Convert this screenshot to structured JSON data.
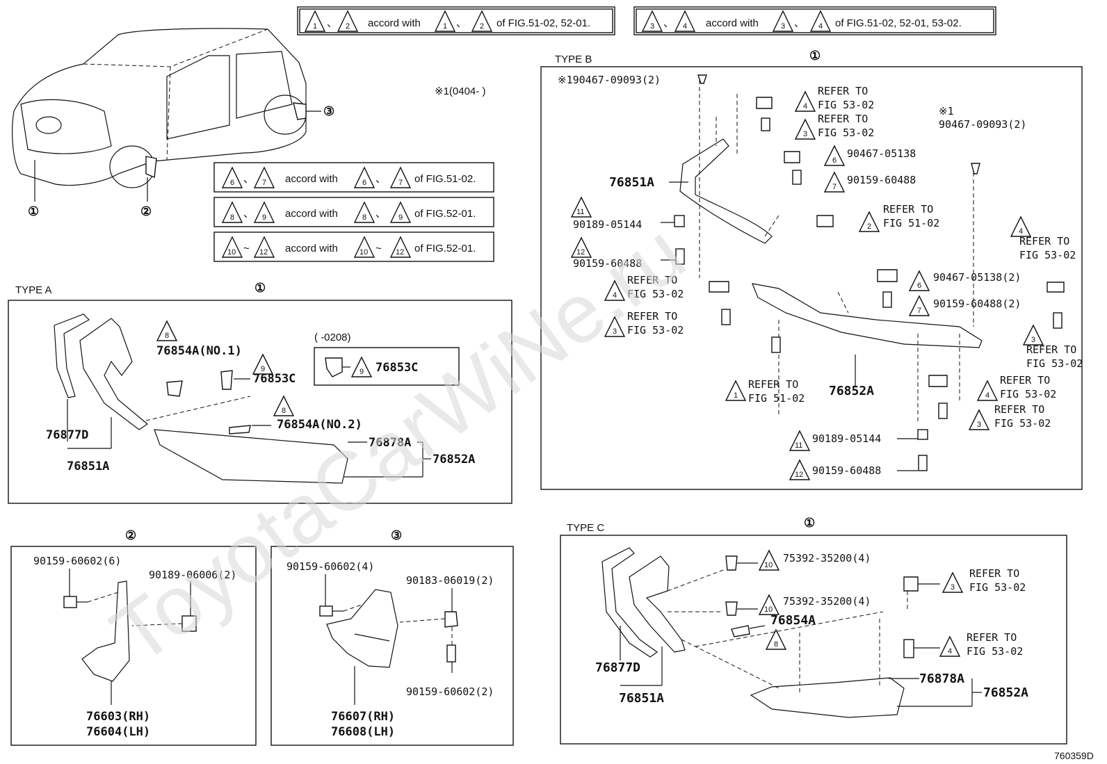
{
  "watermark": "ToyotaCarWiNe.ru",
  "figure_id": "760359D",
  "notes": {
    "n1": {
      "a": "1",
      "b": "2",
      "text": "accord with",
      "c": "1",
      "d": "2",
      "ref": "of FIG.51-02, 52-01."
    },
    "n2": {
      "a": "3",
      "b": "4",
      "text": "accord with",
      "c": "3",
      "d": "4",
      "ref": "of FIG.51-02, 52-01, 53-02."
    },
    "n3": {
      "a": "6",
      "b": "7",
      "text": "accord with",
      "c": "6",
      "d": "7",
      "ref": "of FIG.51-02."
    },
    "n4": {
      "a": "8",
      "b": "9",
      "text": "accord with",
      "c": "8",
      "d": "9",
      "ref": "of FIG.52-01."
    },
    "n5": {
      "a": "10",
      "b": "12",
      "text": "accord with",
      "c": "10",
      "d": "12",
      "ref": "of FIG.52-01."
    },
    "sep": "、",
    "tilde": "~"
  },
  "overview": {
    "c1": "①",
    "c2": "②",
    "c3": "③",
    "date_note": "※1(0404-     )"
  },
  "type_a": {
    "title": "TYPE A",
    "circle": "①",
    "parts": {
      "p76854A_1": "76854A(NO.1)",
      "p76853C": "76853C",
      "p76854A_2": "76854A(NO.2)",
      "p76877D": "76877D",
      "p76851A": "76851A",
      "p76878A": "76878A",
      "p76852A": "76852A"
    },
    "tri8": "8",
    "tri9": "9",
    "tri8b": "8",
    "inset_date": "(      -0208)",
    "inset_tri": "9",
    "inset_part": "76853C"
  },
  "type_b": {
    "title": "TYPE B",
    "circle": "①",
    "top_clip": "※190467-09093(2)",
    "right_clip_note": "※1",
    "right_clip": "90467-09093(2)",
    "refer_to": "REFER TO",
    "fig_53_02": "FIG 53-02",
    "fig_51_02": "FIG 51-02",
    "p90467_05138": "90467-05138",
    "p90159_60488": "90159-60488",
    "p76851A": "76851A",
    "p90189_05144": "90189-05144",
    "p90159_60488b": "90159-60488",
    "p90467_05138_2": "90467-05138(2)",
    "p90159_60488_2": "90159-60488(2)",
    "p76852A": "76852A",
    "p90189_05144b": "90189-05144",
    "p90159_60488c": "90159-60488",
    "tris": {
      "t4a": "4",
      "t3a": "3",
      "t6a": "6",
      "t7a": "7",
      "t2": "2",
      "t11a": "11",
      "t12a": "12",
      "t4b": "4",
      "t3b": "3",
      "t1": "1",
      "t6b": "6",
      "t7b": "7",
      "t4c": "4",
      "t3c": "3",
      "t4d": "4",
      "t3d": "3",
      "t11b": "11",
      "t12b": "12"
    }
  },
  "type_c": {
    "title": "TYPE C",
    "circle": "①",
    "p75392_1": "75392-35200(4)",
    "p75392_2": "75392-35200(4)",
    "p76854A": "76854A",
    "p76877D": "76877D",
    "p76851A": "76851A",
    "p76878A": "76878A",
    "p76852A": "76852A",
    "refer_to": "REFER TO",
    "fig_53_02": "FIG 53-02",
    "tris": {
      "t10a": "10",
      "t10b": "10",
      "t8": "8",
      "t3": "3",
      "t4": "4"
    }
  },
  "panel2": {
    "circle": "②",
    "p90159": "90159-60602(6)",
    "p90189": "90189-06006(2)",
    "rh": "76603(RH)",
    "lh": "76604(LH)"
  },
  "panel3": {
    "circle": "③",
    "p90159a": "90159-60602(4)",
    "p90183": "90183-06019(2)",
    "p90159b": "90159-60602(2)",
    "rh": "76607(RH)",
    "lh": "76608(LH)"
  }
}
